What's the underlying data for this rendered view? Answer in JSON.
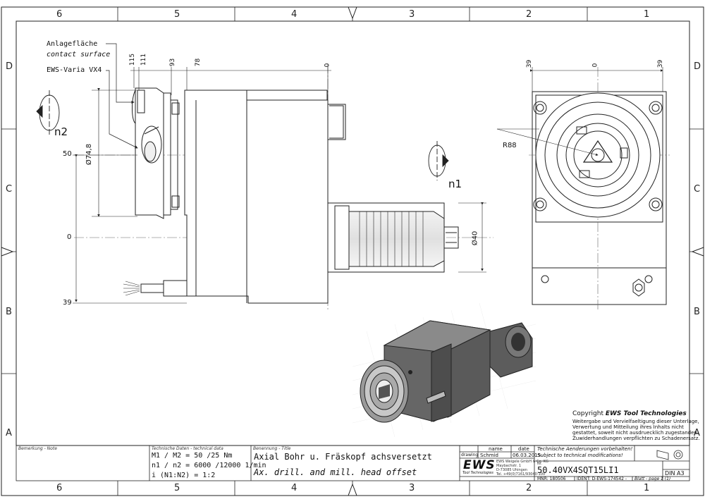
{
  "frame": {
    "top_zones": [
      "6",
      "5",
      "4",
      "3",
      "2",
      "1"
    ],
    "bottom_zones": [
      "6",
      "5",
      "4",
      "3",
      "2",
      "1"
    ],
    "side_zones": [
      "D",
      "C",
      "B",
      "A"
    ]
  },
  "callouts": {
    "anlage_de": "Anlagefläche",
    "anlage_en": "contact surface",
    "varia": "EWS-Varia VX4"
  },
  "dims": {
    "top": [
      "115",
      "111",
      "93",
      "78",
      "0"
    ],
    "left": [
      "50",
      "0",
      "39"
    ],
    "diameter_flange": "Ø74,8",
    "diameter_shank": "Ø40",
    "right_top": [
      "39",
      "0",
      "39"
    ],
    "radius": "R88"
  },
  "labels": {
    "n2": "n2",
    "n1": "n1"
  },
  "copyright": {
    "title_prefix": "Copyright ",
    "brand": "EWS Tool Technologies",
    "lines": [
      "Weitergabe und Vervielfaeltigung dieser Unterlage,",
      "Verwertung und Mitteilung ihres Inhalts nicht",
      "gestattet, soweit nicht ausdruecklich zugestanden.",
      "Zuwiderhandlungen verpflichten zu Schadenersatz."
    ]
  },
  "titleblock": {
    "note_label": "Bemerkung - Note",
    "tech_label": "Technische Daten - technical data",
    "tech_lines": [
      "M1 / M2 = 50  /25  Nm",
      "n1 / n2 = 6000 /12000 1/min",
      "i   (N1:N2)  = 1:2"
    ],
    "title_label": "Benennung - Title",
    "title_de": "Axial Bohr u. Fräskopf achsversetzt",
    "title_en": "Ax. drill. and mill. head offset",
    "col_name": "name",
    "col_date": "date",
    "row_label": "drawing",
    "drawer": "Schmid",
    "date": "06.03.2015",
    "logo": "EWS",
    "logo_sub": "Tool Technologies",
    "company_lines": [
      "EWS Weigele GmbH & Co. KG",
      "Maybachstr. 1",
      "D-73085 Uhingen",
      "Tel. +49(0)7161/93040-100"
    ],
    "changes_de": "Technische Aenderungen vorbehalten!",
    "changes_en": "Subject to technical modifications!",
    "nr_label": "Nr.",
    "part_no": "50.40VX4SQT15LI1",
    "mnr": "MNR: 180506",
    "ident": "IDENT: D-EWS-174542  -",
    "sheet": "Blatt - page  1 (1)",
    "din": "DIN A3"
  }
}
